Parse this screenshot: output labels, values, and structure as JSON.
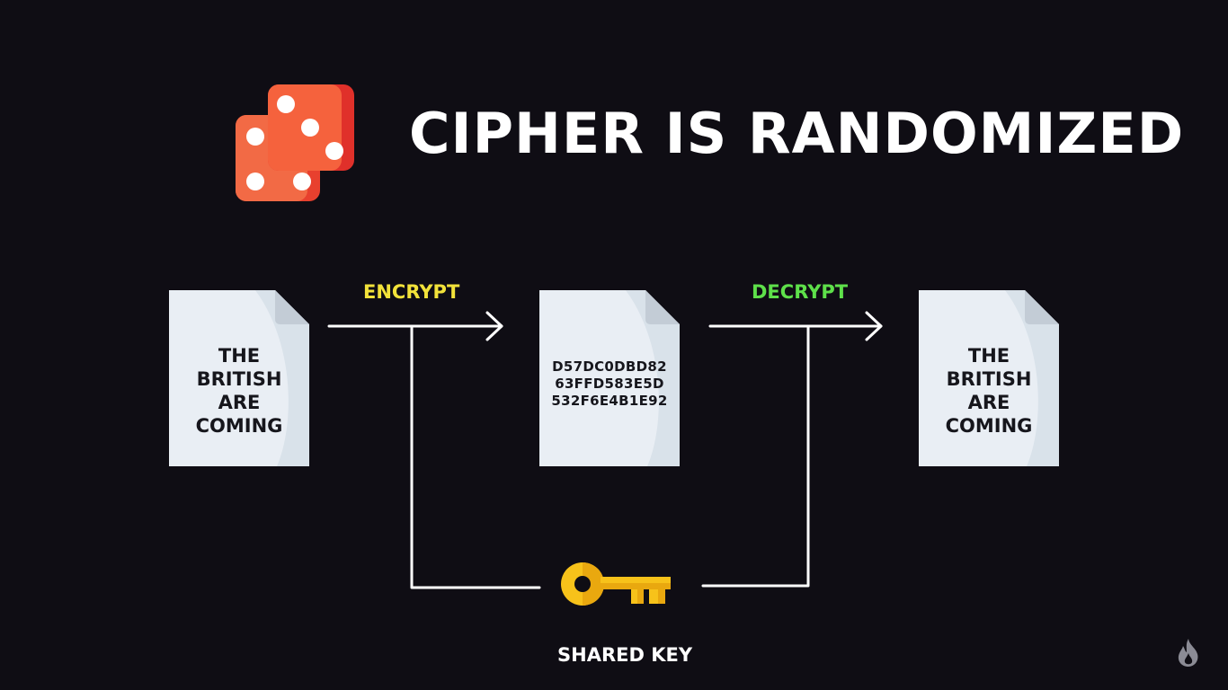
{
  "title": "CIPHER IS RANDOMIZED",
  "icons": {
    "dice": "dice-icon",
    "key": "key-icon",
    "logo": "flame-logo-icon"
  },
  "colors": {
    "background": "#0f0d14",
    "encrypt_label": "#f2e23a",
    "decrypt_label": "#5ee04a",
    "dice": "#f0553a",
    "key": "#f7c21a",
    "document": "#e8eef4"
  },
  "documents": {
    "plaintext": {
      "lines": [
        "THE",
        "BRITISH",
        "ARE",
        "COMING"
      ]
    },
    "ciphertext": {
      "lines": [
        "D57DC0DBD82",
        "63FFD583E5D",
        "532F6E4B1E92"
      ]
    },
    "decrypted": {
      "lines": [
        "THE",
        "BRITISH",
        "ARE",
        "COMING"
      ]
    }
  },
  "labels": {
    "encrypt": "ENCRYPT",
    "decrypt": "DECRYPT",
    "shared_key": "SHARED KEY"
  }
}
